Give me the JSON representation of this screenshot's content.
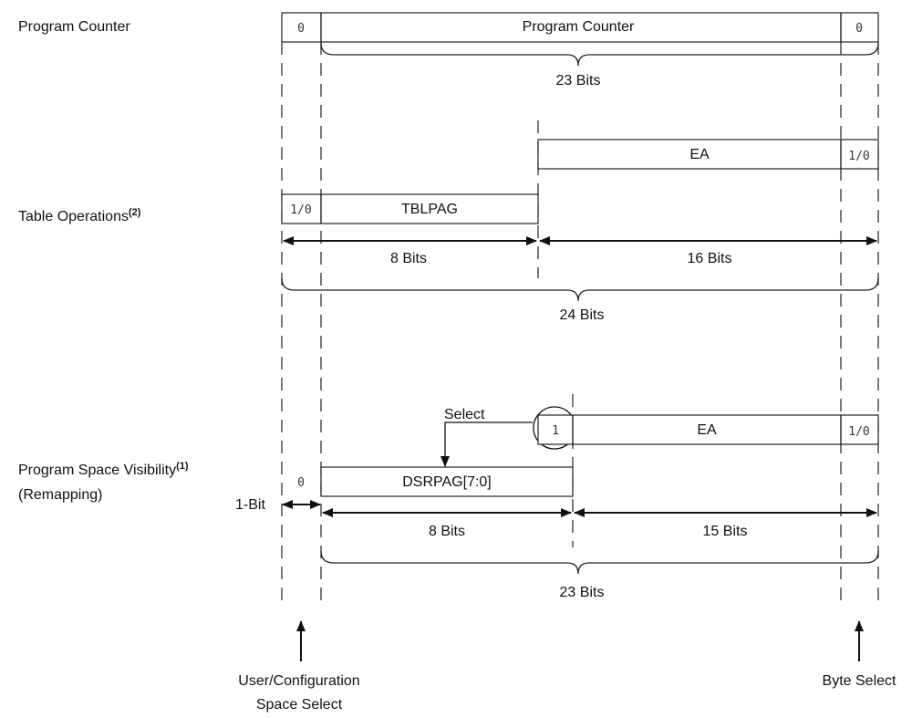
{
  "rows": {
    "program_counter": {
      "label": "Program Counter",
      "left_bit": "0",
      "field": "Program Counter",
      "right_bit": "0",
      "width_label": "23 Bits"
    },
    "table_operations": {
      "label": "Table Operations",
      "label_superscript": "(2)",
      "ea_field": "EA",
      "ea_bit": "1/0",
      "left_bit": "1/0",
      "page_field": "TBLPAG",
      "left_width": "8 Bits",
      "right_width": "16 Bits",
      "total_width": "24 Bits"
    },
    "psv": {
      "label_line1": "Program Space Visibility",
      "label_superscript": "(1)",
      "label_line2": "(Remapping)",
      "one_bit_label": "1-Bit",
      "left_bit": "0",
      "page_field": "DSRPAG[7:0]",
      "select_label": "Select",
      "select_bit": "1",
      "ea_field": "EA",
      "ea_bit": "1/0",
      "left_width": "8 Bits",
      "right_width": "15 Bits",
      "total_width": "23 Bits"
    }
  },
  "bottom_labels": {
    "user_config_line1": "User/Configuration",
    "user_config_line2": "Space Select",
    "byte_select": "Byte Select"
  }
}
